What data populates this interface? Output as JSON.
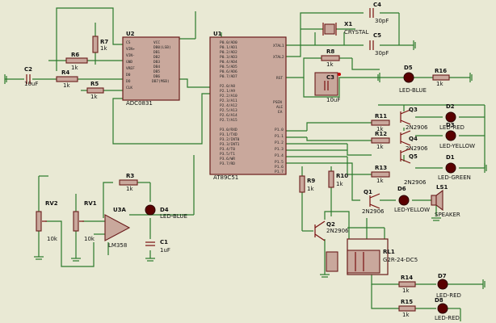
{
  "u1": {
    "ref": "U1",
    "part": "AT89C51",
    "pins_left": [
      "P0.0/AD0",
      "P0.1/AD1",
      "P0.2/AD2",
      "P0.3/AD3",
      "P0.4/AD4",
      "P0.5/AD5",
      "P0.6/AD6",
      "P0.7/AD7",
      "P2.0/A8",
      "P2.1/A9",
      "P2.2/A10",
      "P2.3/A11",
      "P2.4/A12",
      "P2.5/A13",
      "P2.6/A14",
      "P2.7/A15",
      "P3.0/RXD",
      "P3.1/TXD",
      "P3.2/INT0",
      "P3.3/INT1",
      "P3.4/T0",
      "P3.5/T1",
      "P3.6/WR",
      "P3.7/RD"
    ],
    "pins_right": [
      "XTAL1",
      "XTAL2",
      "RST",
      "PSEN",
      "ALE",
      "EA",
      "P1.0",
      "P1.1",
      "P1.2",
      "P1.3",
      "P1.4",
      "P1.5",
      "P1.6",
      "P1.7"
    ]
  },
  "u2": {
    "ref": "U2",
    "part": "ADC0831",
    "pins_left": [
      "CS",
      "VIN+",
      "VIN-",
      "GND",
      "VREF",
      "D0",
      "DO",
      "CLK"
    ],
    "pins_right": [
      "VCC",
      "DB0(LSB)",
      "DB1",
      "DB2",
      "DB3",
      "DB4",
      "DB5",
      "DB6",
      "DB7(MSB)"
    ]
  },
  "u3": {
    "ref": "U3A",
    "part": "LM358"
  },
  "components": [
    {
      "ref": "C2",
      "value": "10uF"
    },
    {
      "ref": "R4",
      "value": "1k"
    },
    {
      "ref": "R6",
      "value": "1k"
    },
    {
      "ref": "R7",
      "value": "1k"
    },
    {
      "ref": "R5",
      "value": "1k"
    },
    {
      "ref": "X1",
      "value": "CRYSTAL"
    },
    {
      "ref": "C4",
      "value": "30pF"
    },
    {
      "ref": "C5",
      "value": "30pF"
    },
    {
      "ref": "R8",
      "value": "1k"
    },
    {
      "ref": "C3",
      "value": "10uF"
    },
    {
      "ref": "D5",
      "value": "LED-BLUE"
    },
    {
      "ref": "R16",
      "value": "1k"
    },
    {
      "ref": "Q3",
      "value": "2N2906"
    },
    {
      "ref": "D2",
      "value": "LED-RED"
    },
    {
      "ref": "R11",
      "value": "1k"
    },
    {
      "ref": "Q4",
      "value": "2N2906"
    },
    {
      "ref": "D3",
      "value": "LED-YELLOW"
    },
    {
      "ref": "R12",
      "value": "1k"
    },
    {
      "ref": "Q5",
      "value": "2N2906"
    },
    {
      "ref": "D1",
      "value": "LED-GREEN"
    },
    {
      "ref": "R13",
      "value": "1k"
    },
    {
      "ref": "Q1",
      "value": "2N2906"
    },
    {
      "ref": "D6",
      "value": "LED-YELLOW"
    },
    {
      "ref": "LS1",
      "value": "SPEAKER"
    },
    {
      "ref": "R9",
      "value": "1k"
    },
    {
      "ref": "R10",
      "value": "1k"
    },
    {
      "ref": "Q2",
      "value": "2N2906"
    },
    {
      "ref": "RL1",
      "value": "G2R-24-DC5"
    },
    {
      "ref": "R14",
      "value": "1k"
    },
    {
      "ref": "D7",
      "value": "LED-RED"
    },
    {
      "ref": "R15",
      "value": "1k"
    },
    {
      "ref": "D8",
      "value": "LED-RED"
    },
    {
      "ref": "RV2",
      "value": "10k"
    },
    {
      "ref": "RV1",
      "value": "10k"
    },
    {
      "ref": "R3",
      "value": "1k"
    },
    {
      "ref": "D4",
      "value": "LED-BLUE"
    },
    {
      "ref": "C1",
      "value": "1uF"
    }
  ]
}
